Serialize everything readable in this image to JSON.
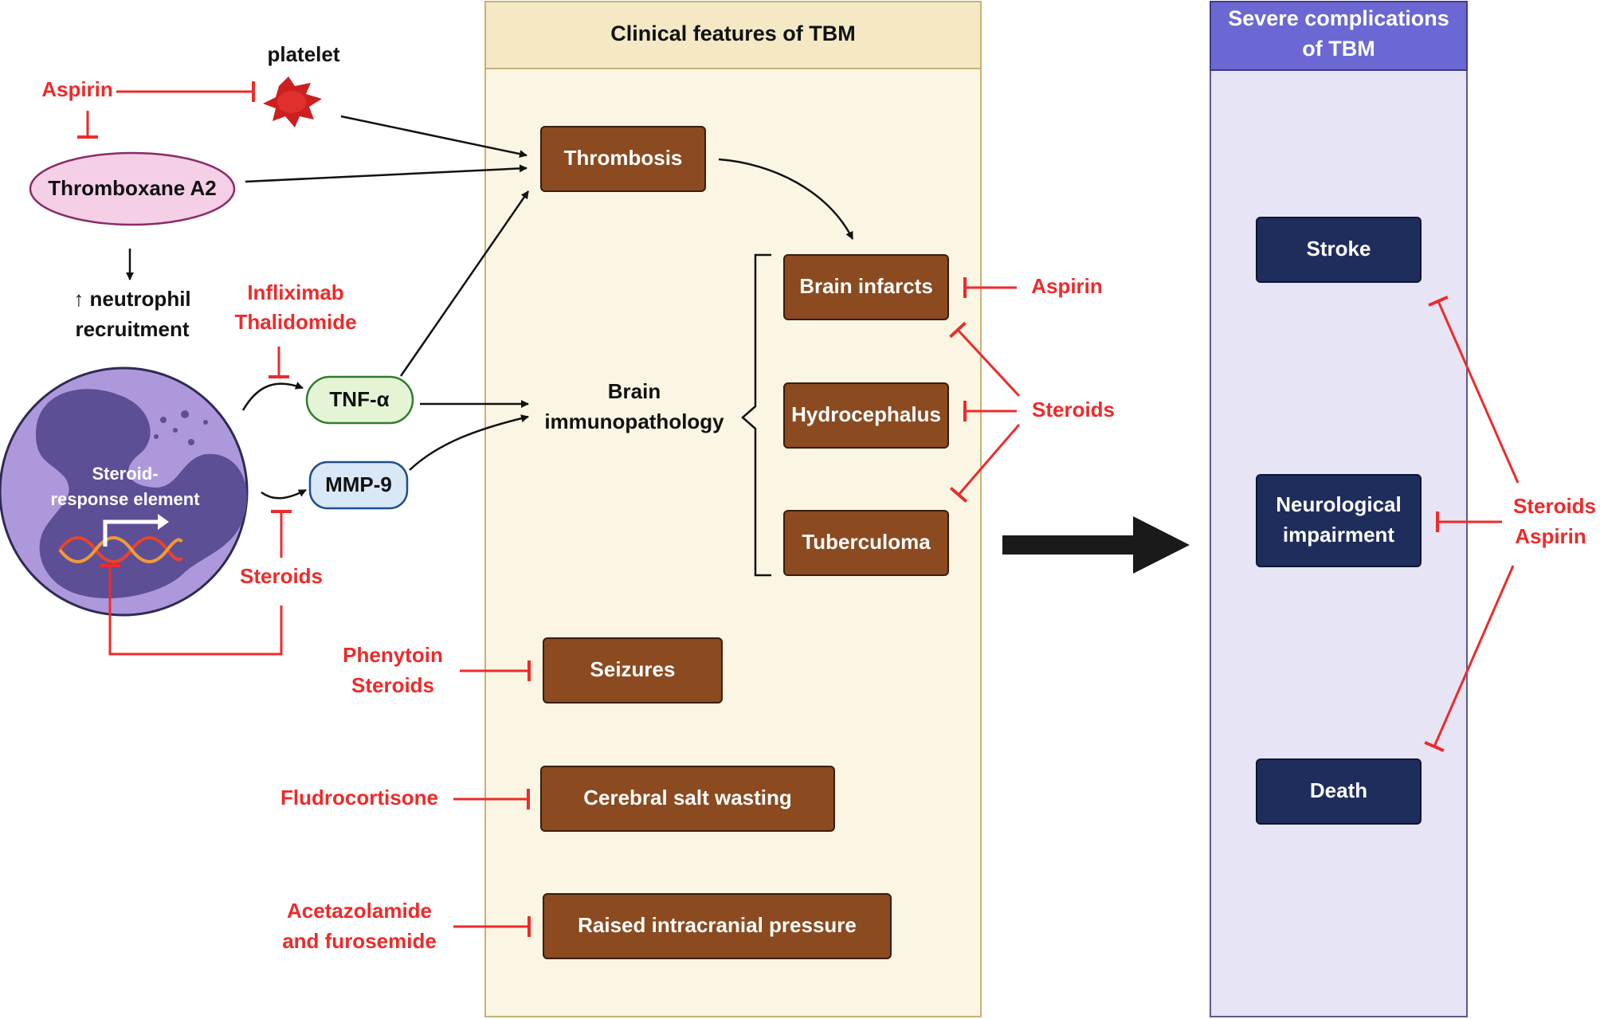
{
  "panels": {
    "clinical_title": "Clinical features of TBM",
    "severe_title_1": "Severe complications",
    "severe_title_2": "of TBM"
  },
  "mechanism": {
    "platelet": "platelet",
    "thromboxane": "Thromboxane A2",
    "neutrophil_1": "↑ neutrophil",
    "neutrophil_2": "recruitment",
    "sre_1": "Steroid-",
    "sre_2": "response element",
    "tnf": "TNF-α",
    "mmp": "MMP-9",
    "immuno_1": "Brain",
    "immuno_2": "immunopathology"
  },
  "features": {
    "thrombosis": "Thrombosis",
    "brain_infarcts": "Brain infarcts",
    "hydrocephalus": "Hydrocephalus",
    "tuberculoma": "Tuberculoma",
    "seizures": "Seizures",
    "salt_wasting": "Cerebral salt wasting",
    "icp": "Raised intracranial pressure"
  },
  "complications": {
    "stroke": "Stroke",
    "neuro_1": "Neurological",
    "neuro_2": "impairment",
    "death": "Death"
  },
  "drugs": {
    "aspirin_top": "Aspirin",
    "infliximab": "Infliximab",
    "thalidomide": "Thalidomide",
    "steroids_mmp": "Steroids",
    "aspirin_infarcts": "Aspirin",
    "steroids_group": "Steroids",
    "phenytoin": "Phenytoin",
    "steroids_seizures": "Steroids",
    "fludrocortisone": "Fludrocortisone",
    "acetazolamide": "Acetazolamide",
    "furosemide": "and furosemide",
    "steroids_right": "Steroids",
    "aspirin_right": "Aspirin"
  },
  "colors": {
    "inhibitor_red": "#ee2a2a",
    "feature_box": "#8b4a20",
    "complication_box": "#1f2d5c",
    "clinical_panel": "#faf6e3",
    "clinical_header": "#f4e9c4",
    "severe_panel": "#e7e4f5",
    "severe_header": "#6b68d3",
    "neutrophil": "#ae98dc",
    "nucleus": "#5d4f96",
    "thromboxane": "#f4cfe6",
    "tnf": "#e6f4d6",
    "mmp": "#d9e8f6",
    "platelet": "#cc1f1f"
  }
}
